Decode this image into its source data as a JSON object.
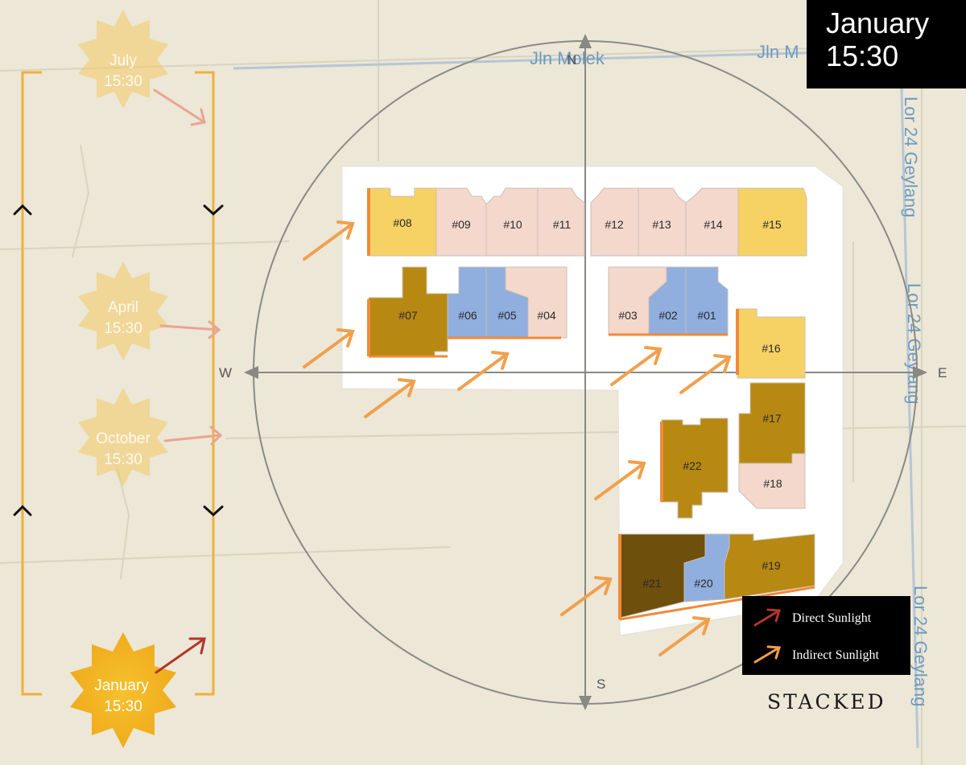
{
  "corner_label": {
    "month": "January",
    "time": "15:30"
  },
  "roads": {
    "north_1": "Jln Molek",
    "north_2": "Jln M",
    "east_1": "Lor 24 Geylang",
    "east_2": "Lor 24 Geylang",
    "east_3": "Lor 24 Geylang"
  },
  "compass": {
    "n": "N",
    "s": "S",
    "e": "E",
    "w": "W"
  },
  "sun_positions": [
    {
      "month": "July",
      "time": "15:30",
      "active": false
    },
    {
      "month": "April",
      "time": "15:30",
      "active": false
    },
    {
      "month": "October",
      "time": "15:30",
      "active": false
    },
    {
      "month": "January",
      "time": "15:30",
      "active": true
    }
  ],
  "units": {
    "u01": "#01",
    "u02": "#02",
    "u03": "#03",
    "u04": "#04",
    "u05": "#05",
    "u06": "#06",
    "u07": "#07",
    "u08": "#08",
    "u09": "#09",
    "u10": "#10",
    "u11": "#11",
    "u12": "#12",
    "u13": "#13",
    "u14": "#14",
    "u15": "#15",
    "u16": "#16",
    "u17": "#17",
    "u18": "#18",
    "u19": "#19",
    "u20": "#20",
    "u21": "#21",
    "u22": "#22"
  },
  "legend": {
    "direct": "Direct Sunlight",
    "indirect": "Indirect Sunlight"
  },
  "colors": {
    "background": "#ece7d6",
    "yellow": "#f6d164",
    "pink": "#f4d8cb",
    "blue": "#90aede",
    "gold": "#b78812",
    "dark_brown": "#6e4f0c",
    "orange_arrow": "#f1a04d",
    "direct_arrow": "#b0372a",
    "timeline": "#f0b03a",
    "road_label": "#6f9bc1"
  },
  "brand": "STACKED"
}
